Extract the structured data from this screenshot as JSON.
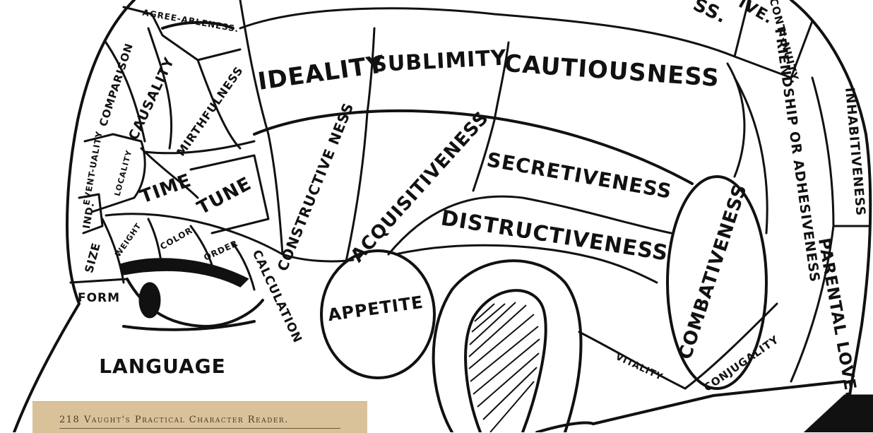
{
  "diagram": {
    "labels": {
      "agreeableness": "AGREE-ABLENESS.",
      "comparison": "COMPARISON",
      "causality": "CAUSALITY",
      "mirthfulness": "MIRTHFULNESS",
      "ideality": "IDEALITY",
      "sublimity": "SUBLIMITY",
      "cautiousness": "CAUTIOUSNESS",
      "continuity": "CONTI-NUITY.",
      "friendship": "FRIENDSHIP OR ADHESIVENESS",
      "inhabitiveness": "INHABITIVENESS",
      "eventuality": "EVENT-UALITY",
      "locality": "LOCALITY",
      "time": "TIME",
      "tune": "TUNE",
      "constructiveness": "CONSTRUCTIVE NESS",
      "acquisitiveness": "ACQUISITIVENESS",
      "secretiveness": "SECRETIVENESS",
      "distructiveness": "DISTRUCTIVENESS",
      "combativeness": "COMBATIVENESS",
      "parental_love": "PARENTAL LOVE.",
      "individuality": "IND.",
      "size": "SIZE",
      "weight": "WEIGHT",
      "color": "COLOR",
      "order": "ORDER",
      "calculation": "CALCULATION",
      "form": "FORM",
      "language": "LANGUAGE",
      "appetite": "APPETITE",
      "vitality": "VITALITY",
      "conjugality": "CONJUGALITY",
      "top_ss": "SS.",
      "top_ive": "IVE."
    }
  },
  "book_page": {
    "caption": "218 Vaught's Practical Character Reader."
  }
}
